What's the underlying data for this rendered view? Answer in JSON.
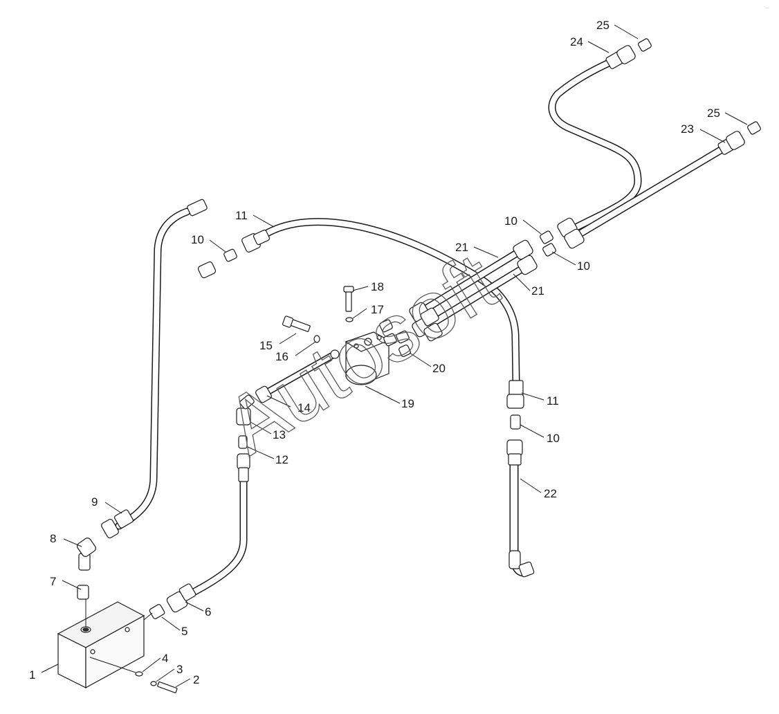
{
  "diagram": {
    "corner_mark": "…",
    "watermark": "Autosoft",
    "callouts": [
      "1",
      "2",
      "3",
      "4",
      "5",
      "6",
      "7",
      "8",
      "9",
      "10",
      "10",
      "10",
      "10",
      "11",
      "11",
      "12",
      "13",
      "14",
      "15",
      "16",
      "17",
      "18",
      "19",
      "20",
      "21",
      "21",
      "22",
      "23",
      "24",
      "25",
      "25"
    ]
  },
  "colors": {
    "line": "#1a1a1a",
    "hose_fill": "#ffffff",
    "block_fill": "#f4f4f4"
  }
}
